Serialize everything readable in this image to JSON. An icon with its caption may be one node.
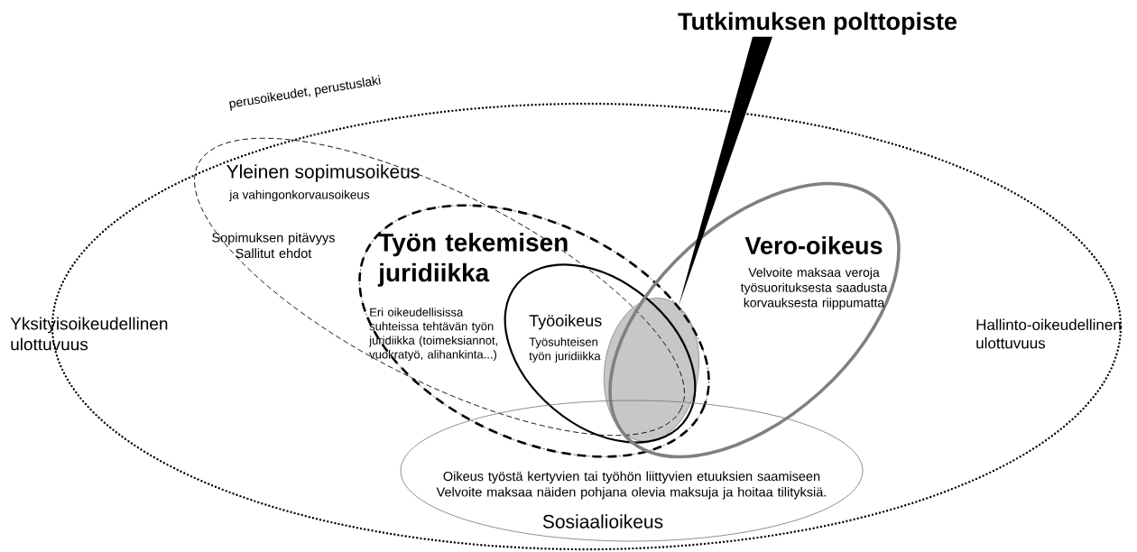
{
  "diagram": {
    "nodes": [
      {
        "text": [
          "perusoikeudet, perustuslaki"
        ]
      },
      {
        "text": [
          "Yleinen sopimusoikeus",
          "ja vahingonkorvausoikeus",
          "Sopimuksen pitävyys Sallitut ehdot"
        ],
        "in": 0
      },
      {
        "text": [
          "Työn tekemisen juridiikka",
          "Eri oikeudellisissa suhteissa tehtävän työn juridiikka (toimeksiannot, vuokratyö, alihankinta...)"
        ],
        "in": 0
      },
      {
        "text": [
          "Työoikeus",
          "Työsuhteisen työn juridiikka"
        ],
        "in": 2
      },
      {
        "text": [
          "Vero-oikeus",
          "Velvoite maksaa veroja työsuorituksesta saadusta korvauksesta riippumatta"
        ],
        "in": 0
      },
      {
        "text": [
          "Oikeus työstä kertyvien tai työhön liittyvien etuuksien saamiseen Velvoite maksaa näiden pohjana olevia maksuja ja hoitaa tilityksiä.",
          "Sosiaalioikeus"
        ],
        "in": 0
      },
      {
        "text": [],
        "shape": "lens"
      },
      {
        "text": [
          "Tutkimuksen polttopiste"
        ]
      }
    ],
    "edges": [
      {
        "from": 7,
        "to": 6,
        "arrow": "to"
      }
    ],
    "labels": [
      "Yksityisoikeudellinen ulottuvuus",
      "Hallinto-oikeudellinen ulottuvuus"
    ]
  }
}
